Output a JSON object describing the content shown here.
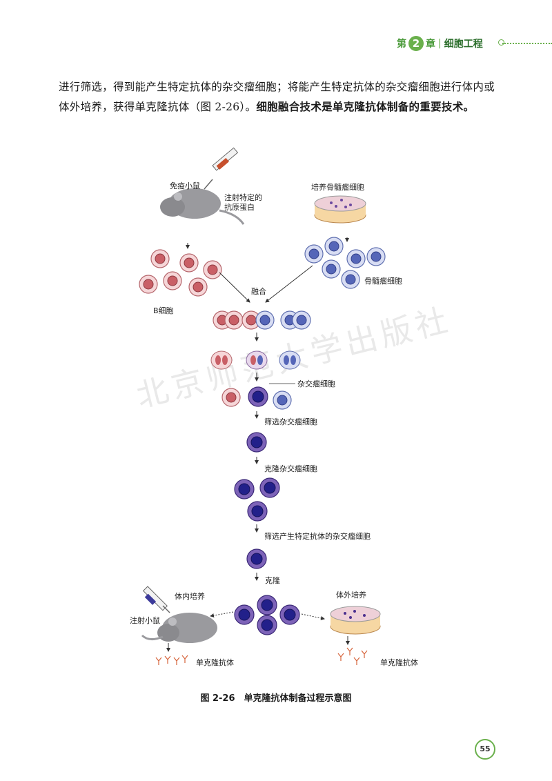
{
  "header": {
    "chapter_prefix": "第",
    "chapter_num": "2",
    "chapter_suffix": "章",
    "separator": "|",
    "chapter_title": "细胞工程"
  },
  "paragraph": {
    "normal": "进行筛选，得到能产生特定抗体的杂交瘤细胞；将能产生特定抗体的杂交瘤细胞进行体内或体外培养，获得单克隆抗体（图 2-26）。",
    "bold": "细胞融合技术是单克隆抗体制备的重要技术。"
  },
  "figure": {
    "labels": {
      "immune_mouse": "免疫小鼠",
      "inject_line1": "注射特定的",
      "inject_line2": "抗原蛋白",
      "culture_myeloma": "培养骨髓瘤细胞",
      "b_cell": "B细胞",
      "myeloma_cell": "骨髓瘤细胞",
      "fusion": "融合",
      "hybridoma": "杂交瘤细胞",
      "select_hybridoma": "筛选杂交瘤细胞",
      "clone_hybridoma": "克隆杂交瘤细胞",
      "select_specific": "筛选产生特定抗体的杂交瘤细胞",
      "clone": "克隆",
      "in_vivo": "体内培养",
      "inject_mouse": "注射小鼠",
      "in_vitro": "体外培养",
      "mab_left": "单克隆抗体",
      "mab_right": "单克隆抗体"
    },
    "caption": "图 2-26　单克隆抗体制备过程示意图"
  },
  "watermark": "北京师范大学出版社",
  "page_number": "55",
  "colors": {
    "accent": "#6ab04c",
    "b_cell": "#e9a3a6",
    "myeloma": "#8f9ed8",
    "hybridoma": "#4b2f8f"
  }
}
